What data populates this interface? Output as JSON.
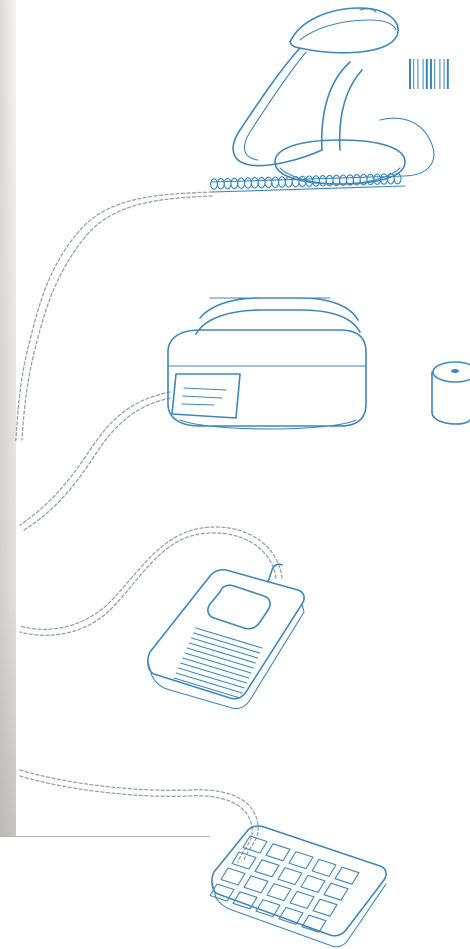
{
  "devices": [
    {
      "id": "barcode-scanner",
      "icon": "barcode-scanner-icon"
    },
    {
      "id": "barcode",
      "icon": "barcode-icon"
    },
    {
      "id": "label-printer",
      "icon": "label-printer-icon"
    },
    {
      "id": "paper-roll",
      "icon": "paper-roll-icon"
    },
    {
      "id": "foot-pedal",
      "icon": "foot-pedal-icon"
    },
    {
      "id": "numeric-keypad",
      "icon": "numeric-keypad-icon"
    }
  ],
  "colors": {
    "line": "#3f87b6",
    "cable": "#9aa0a6",
    "background": "#ffffff"
  }
}
